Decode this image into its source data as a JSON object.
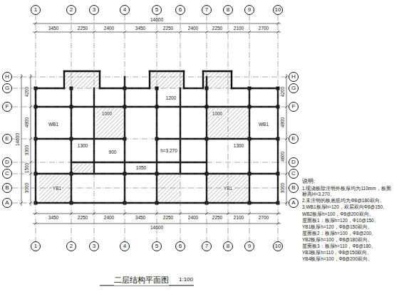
{
  "diagram": {
    "title": "二层结构平面图",
    "nodes": [
      {
        "text": [
          "1"
        ]
      },
      {
        "text": [
          "2"
        ]
      },
      {
        "text": [
          "3"
        ]
      },
      {
        "text": [
          "4"
        ]
      },
      {
        "text": [
          "5"
        ]
      },
      {
        "text": [
          "6"
        ]
      },
      {
        "text": [
          "7"
        ]
      },
      {
        "text": [
          "8"
        ]
      },
      {
        "text": [
          "9"
        ]
      },
      {
        "text": [
          "10"
        ]
      },
      {
        "text": [
          "1"
        ]
      },
      {
        "text": [
          "2"
        ]
      },
      {
        "text": [
          "3"
        ]
      },
      {
        "text": [
          "4"
        ]
      },
      {
        "text": [
          "5"
        ]
      },
      {
        "text": [
          "6"
        ]
      },
      {
        "text": [
          "7"
        ]
      },
      {
        "text": [
          "8"
        ]
      },
      {
        "text": [
          "9"
        ]
      },
      {
        "text": [
          "10"
        ]
      },
      {
        "text": [
          "H"
        ]
      },
      {
        "text": [
          "G"
        ]
      },
      {
        "text": [
          "F"
        ]
      },
      {
        "text": [
          "E"
        ]
      },
      {
        "text": [
          "D"
        ]
      },
      {
        "text": [
          "C"
        ]
      },
      {
        "text": [
          "B"
        ]
      },
      {
        "text": [
          "A"
        ]
      },
      {
        "text": [
          "H"
        ]
      },
      {
        "text": [
          "G"
        ]
      },
      {
        "text": [
          "F"
        ]
      },
      {
        "text": [
          "E"
        ]
      },
      {
        "text": [
          "D"
        ]
      },
      {
        "text": [
          "C"
        ]
      },
      {
        "text": [
          "B"
        ]
      },
      {
        "text": [
          "A"
        ]
      }
    ],
    "edges": [
      {
        "from": 0,
        "to": 10,
        "arrow": "none"
      },
      {
        "from": 1,
        "to": 11,
        "arrow": "none"
      },
      {
        "from": 2,
        "to": 12,
        "arrow": "none"
      },
      {
        "from": 3,
        "to": 13,
        "arrow": "none"
      },
      {
        "from": 4,
        "to": 14,
        "arrow": "none"
      },
      {
        "from": 5,
        "to": 15,
        "arrow": "none"
      },
      {
        "from": 6,
        "to": 16,
        "arrow": "none"
      },
      {
        "from": 7,
        "to": 17,
        "arrow": "none"
      },
      {
        "from": 8,
        "to": 18,
        "arrow": "none"
      },
      {
        "from": 9,
        "to": 19,
        "arrow": "none"
      },
      {
        "from": 20,
        "to": 28,
        "arrow": "none"
      },
      {
        "from": 21,
        "to": 29,
        "arrow": "none"
      },
      {
        "from": 22,
        "to": 30,
        "arrow": "none"
      },
      {
        "from": 23,
        "to": 31,
        "arrow": "none"
      },
      {
        "from": 24,
        "to": 32,
        "arrow": "none"
      },
      {
        "from": 25,
        "to": 33,
        "arrow": "none"
      },
      {
        "from": 26,
        "to": 34,
        "arrow": "none"
      },
      {
        "from": 27,
        "to": 35,
        "arrow": "none"
      }
    ],
    "labels": [
      "14600",
      "3450",
      "2250",
      "2400",
      "3450",
      "2250",
      "2400",
      "2250",
      "2100",
      "2700",
      "14600",
      "3450",
      "2250",
      "2400",
      "3450",
      "2250",
      "2400",
      "2250",
      "2100",
      "2700",
      "14600",
      "4200",
      "4800",
      "3300",
      "1500",
      "3000",
      "4200",
      "4800",
      "4600",
      "3000",
      "1000",
      "1200",
      "1000",
      "900",
      "1050",
      "h=3.270",
      "1300",
      "1300",
      "WB1",
      "WB1",
      "YB1",
      "YB1",
      "说明:",
      "1.现浇板除注明外板厚均为110mm，板面标高H=3.270。",
      "2.未注明的板底筋均为Φ8@180双向。",
      "3.WB1板厚h=120，双层双向Φ8@150。",
      "WB2板厚h=100，Φ8@200双向。",
      "屋面板1：板厚h=120，Φ10@150。",
      "YB1板厚h=120，Φ8@150双向。",
      "屋面板2：板厚h=100，Φ8@200。",
      "YB2板厚h=100，Φ8@180双向。",
      "屋面板3：板厚h=110，Φ8@180。",
      "YB3板厚h=110，Φ8@150双向。",
      "YB4板厚h=100，Φ8@200双向。",
      "1:100"
    ]
  }
}
